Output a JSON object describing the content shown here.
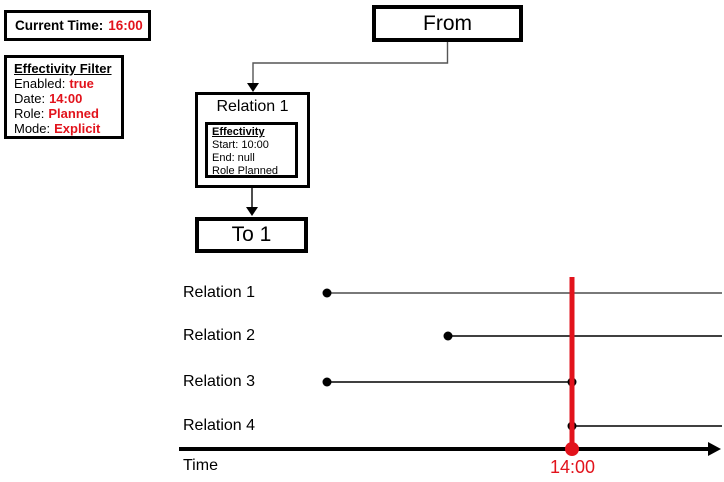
{
  "panels": {
    "current_time": {
      "label": "Current Time:",
      "value": "16:00"
    },
    "filter": {
      "title": "Effectivity Filter",
      "rows": [
        {
          "label": "Enabled:",
          "value": "true"
        },
        {
          "label": "Date:",
          "value": "14:00"
        },
        {
          "label": "Role:",
          "value": "Planned"
        },
        {
          "label": "Mode:",
          "value": "Explicit"
        }
      ]
    }
  },
  "graph": {
    "from_label": "From",
    "relation_box": {
      "title": "Relation 1",
      "effectivity": {
        "title": "Effectivity",
        "rows": [
          "Start: 10:00",
          "End: null",
          "Role Planned"
        ]
      }
    },
    "to_label": "To 1"
  },
  "timeline": {
    "rows": [
      {
        "label": "Relation 1",
        "starts_before_marker": true,
        "ends_at_marker": false
      },
      {
        "label": "Relation 2",
        "starts_before_marker": true,
        "ends_at_marker": false
      },
      {
        "label": "Relation 3",
        "starts_before_marker": true,
        "ends_at_marker": true
      },
      {
        "label": "Relation 4",
        "starts_at_marker": true,
        "ends_at_marker": false
      }
    ],
    "axis_label": "Time",
    "marker_label": "14:00"
  },
  "colors": {
    "accent_red": "#e2131c",
    "line_black": "#000000",
    "line_gray": "#4d4d4d"
  }
}
